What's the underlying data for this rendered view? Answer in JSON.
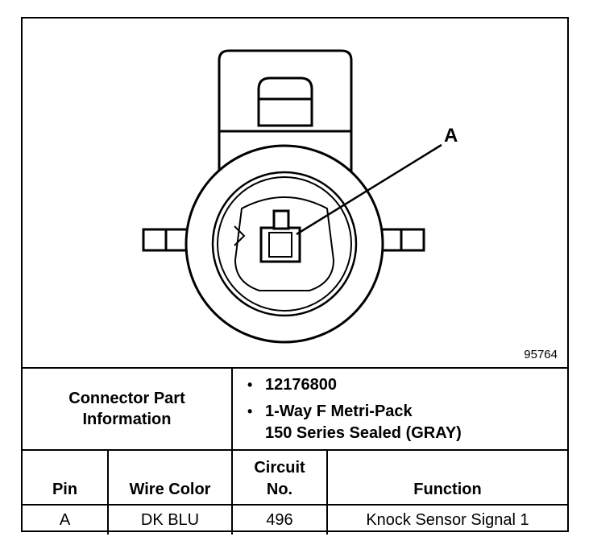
{
  "diagram": {
    "callout_label": "A",
    "figure_number": "95764"
  },
  "connector_info": {
    "label_line1": "Connector Part",
    "label_line2": "Information",
    "part_number": "12176800",
    "description_line1": "1-Way F Metri-Pack",
    "description_line2": "150 Series Sealed (GRAY)",
    "bullet": "•"
  },
  "columns": {
    "pin": "Pin",
    "wire_color": "Wire Color",
    "circuit_line1": "Circuit",
    "circuit_line2": "No.",
    "function": "Function"
  },
  "rows": [
    {
      "pin": "A",
      "wire_color": "DK BLU",
      "circuit": "496",
      "function": "Knock Sensor Signal 1"
    }
  ]
}
